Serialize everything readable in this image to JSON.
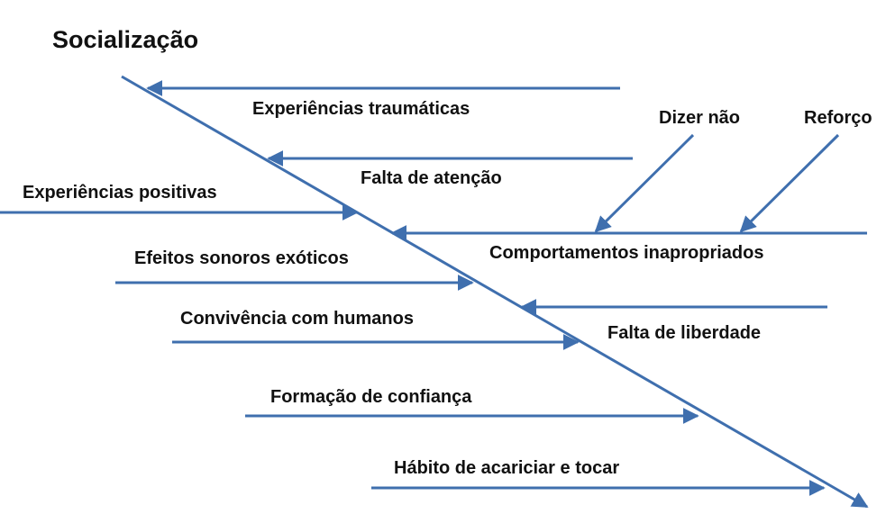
{
  "title": "Socialização",
  "line_color": "#3f6fae",
  "causes_left": [
    "Experiências positivas",
    "Efeitos sonoros exóticos",
    "Convivência com humanos",
    "Formação de confiança",
    "Hábito de acariciar e tocar"
  ],
  "causes_right": [
    "Experiências traumáticas",
    "Falta de atenção",
    "Comportamentos inapropriados",
    "Falta de liberdade"
  ],
  "sub_causes": [
    "Dizer não",
    "Reforço"
  ]
}
